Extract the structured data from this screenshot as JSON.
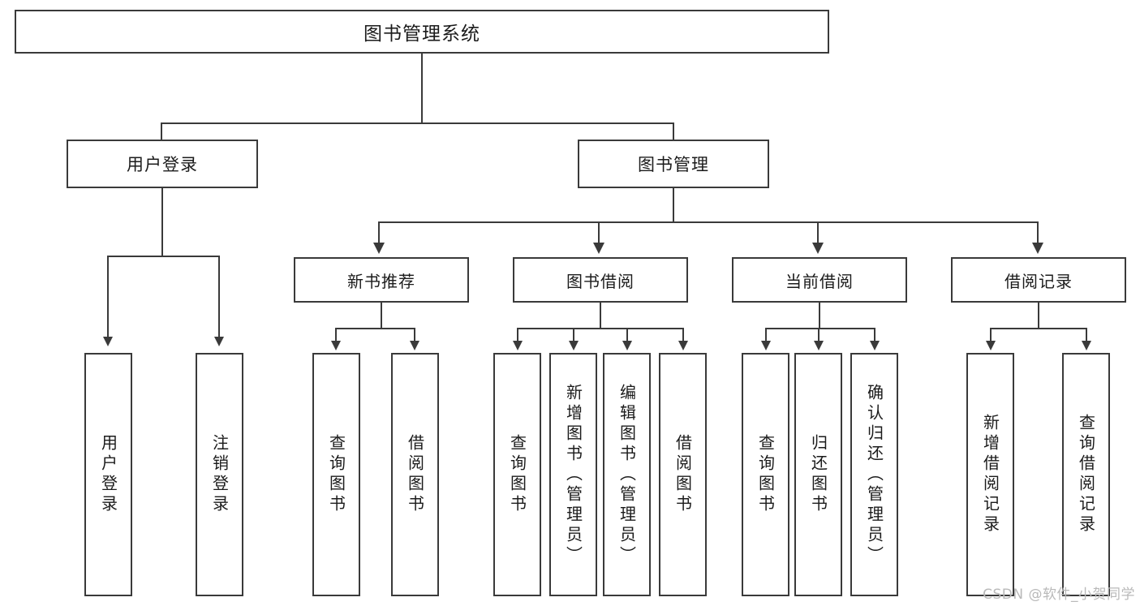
{
  "diagram": {
    "title": "图书管理系统",
    "watermark": "CSDN @软件_小贺同学",
    "colors": {
      "stroke": "#3a3a3a",
      "background": "#ffffff",
      "text": "#1b1b1b",
      "watermark": "#b9b9b9"
    },
    "root": {
      "label": "图书管理系统"
    },
    "level2": [
      {
        "label": "用户登录"
      },
      {
        "label": "图书管理"
      }
    ],
    "level3": [
      {
        "label": "新书推荐"
      },
      {
        "label": "图书借阅"
      },
      {
        "label": "当前借阅"
      },
      {
        "label": "借阅记录"
      }
    ],
    "leaves": {
      "user_login": [
        {
          "label": "用户登录"
        },
        {
          "label": "注销登录"
        }
      ],
      "new_book_recommend": [
        {
          "label": "查询图书"
        },
        {
          "label": "借阅图书"
        }
      ],
      "book_borrow": [
        {
          "label": "查询图书"
        },
        {
          "label": "新增图书（管理员）"
        },
        {
          "label": "编辑图书（管理员）"
        },
        {
          "label": "借阅图书"
        }
      ],
      "current_borrow": [
        {
          "label": "查询图书"
        },
        {
          "label": "归还图书"
        },
        {
          "label": "确认归还（管理员）"
        }
      ],
      "borrow_records": [
        {
          "label": "新增借阅记录"
        },
        {
          "label": "查询借阅记录"
        }
      ]
    }
  }
}
